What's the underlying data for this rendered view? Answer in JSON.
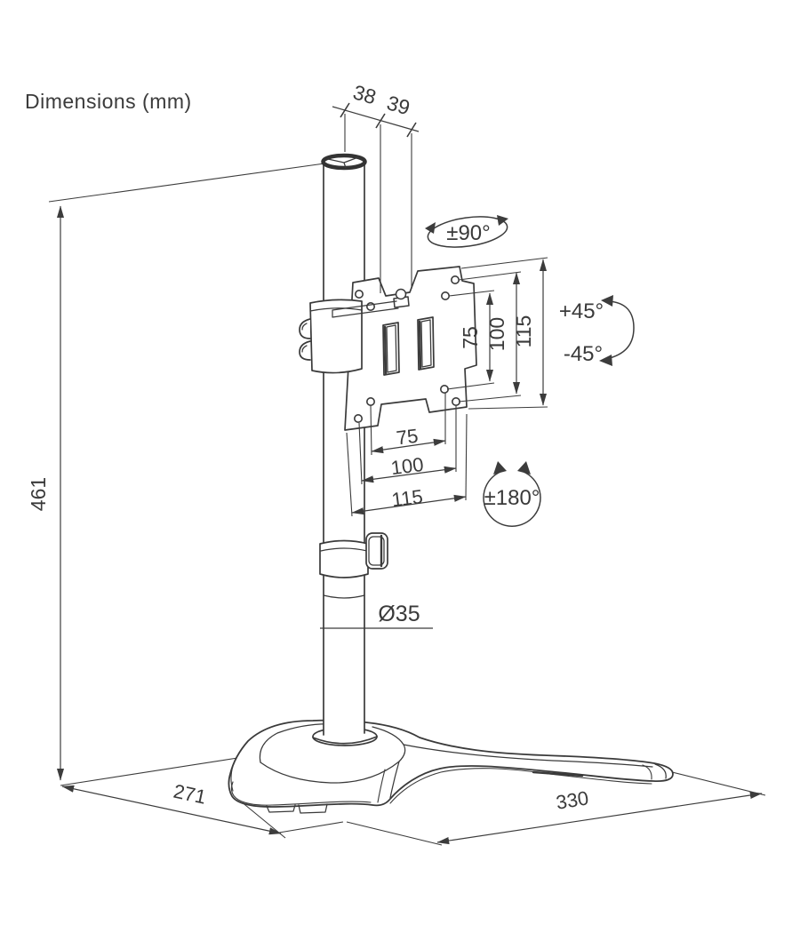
{
  "title": "Dimensions (mm)",
  "dimensions": {
    "top_offset_left": "38",
    "top_offset_right": "39",
    "stand_height": "461",
    "base_depth": "271",
    "base_width": "330",
    "pole_diameter": "Ø35",
    "vesa_vertical": [
      "75",
      "100",
      "115"
    ],
    "vesa_horizontal": [
      "75",
      "100",
      "115"
    ]
  },
  "rotations": {
    "swivel": "±90°",
    "tilt_up": "+45°",
    "tilt_down": "-45°",
    "pan": "±180°"
  },
  "colors": {
    "line": "#3a3a3a",
    "background": "#ffffff"
  }
}
